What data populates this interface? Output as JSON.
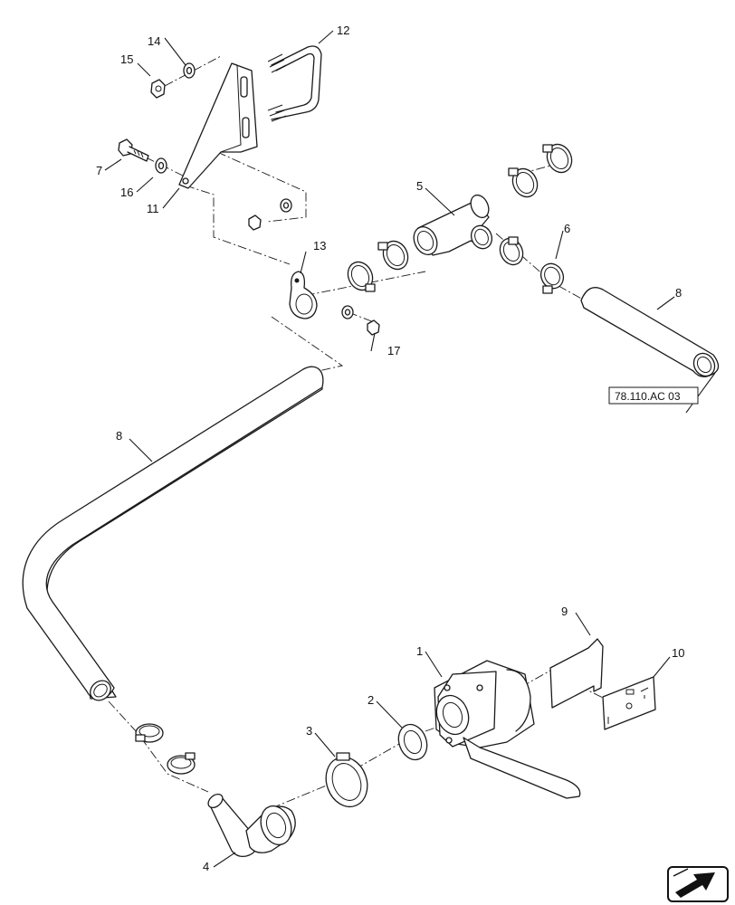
{
  "diagram": {
    "callouts": {
      "c1": "1",
      "c2": "2",
      "c3": "3",
      "c4": "4",
      "c5": "5",
      "c6": "6",
      "c7": "7",
      "c8a": "8",
      "c8b": "8",
      "c9": "9",
      "c10": "10",
      "c11": "11",
      "c12": "12",
      "c13": "13",
      "c14": "14",
      "c15": "15",
      "c16": "16",
      "c17": "17"
    },
    "reference": "78.110.AC 03"
  },
  "nav": {
    "icon": "next-page-arrow-icon"
  }
}
